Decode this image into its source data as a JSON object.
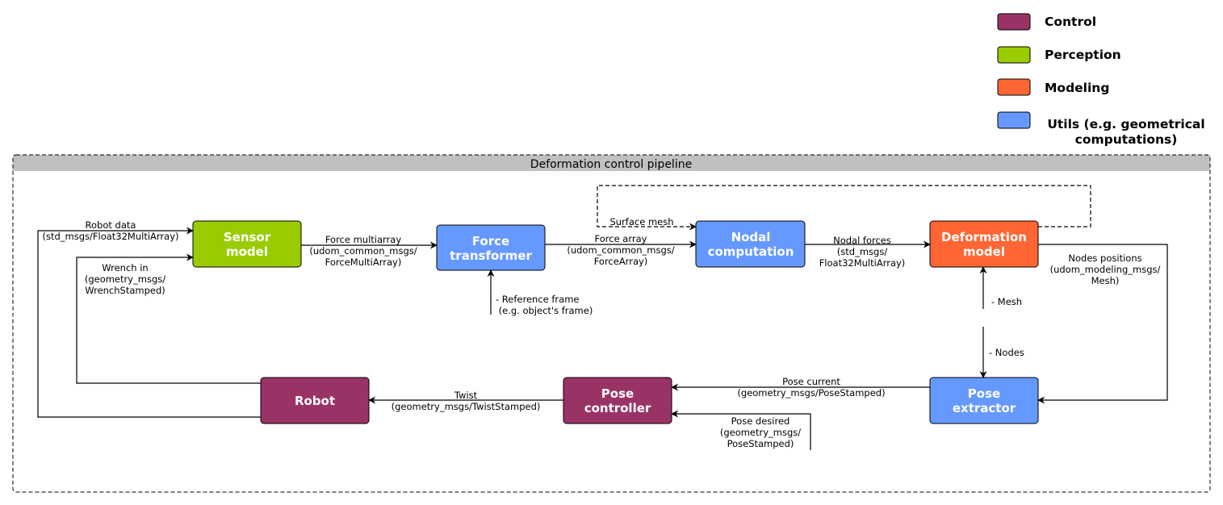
{
  "colors": {
    "control": "#993366",
    "perception": "#99cc00",
    "modeling": "#ff6633",
    "utils": "#6699ff",
    "container_header": "#c0c0c0"
  },
  "legend": [
    {
      "id": "control",
      "label": "Control",
      "color": "#993366"
    },
    {
      "id": "perception",
      "label": "Perception",
      "color": "#99cc00"
    },
    {
      "id": "modeling",
      "label": "Modeling",
      "color": "#ff6633"
    },
    {
      "id": "utils",
      "label": [
        "Utils (e.g. geometrical",
        "computations)"
      ],
      "color": "#6699ff"
    }
  ],
  "container": {
    "title": "Deformation control pipeline"
  },
  "nodes": {
    "sensor_model": {
      "label": [
        "Sensor",
        "model"
      ],
      "category": "perception"
    },
    "force_transformer": {
      "label": [
        "Force",
        "transformer"
      ],
      "category": "utils"
    },
    "nodal_computation": {
      "label": [
        "Nodal",
        "computation"
      ],
      "category": "utils"
    },
    "deformation_model": {
      "label": [
        "Deformation",
        "model"
      ],
      "category": "modeling"
    },
    "pose_extractor": {
      "label": [
        "Pose",
        "extractor"
      ],
      "category": "utils"
    },
    "pose_controller": {
      "label": [
        "Pose",
        "controller"
      ],
      "category": "control"
    },
    "robot": {
      "label": [
        "Robot"
      ],
      "category": "control"
    }
  },
  "edges": {
    "robot_data": {
      "label": [
        "Robot data",
        "(std_msgs/Float32MultiArray)"
      ]
    },
    "wrench_in": {
      "label": [
        "Wrench in",
        "(geometry_msgs/",
        "WrenchStamped)"
      ]
    },
    "force_multiarray": {
      "label": [
        "Force multiarray",
        "(udom_common_msgs/",
        "ForceMultiArray)"
      ]
    },
    "force_array": {
      "label": [
        "Force array",
        "(udom_common_msgs/",
        "ForceArray)"
      ]
    },
    "surface_mesh": {
      "label": [
        "Surface mesh"
      ]
    },
    "nodal_forces": {
      "label": [
        "Nodal forces",
        "(std_msgs/",
        "Float32MultiArray)"
      ]
    },
    "reference_frame": {
      "label": [
        "- Reference frame",
        " (e.g. object's frame)"
      ]
    },
    "nodes_positions": {
      "label": [
        "Nodes positions",
        "(udom_modeling_msgs/",
        "Mesh)"
      ]
    },
    "mesh": {
      "label": [
        "- Mesh"
      ]
    },
    "nodes": {
      "label": [
        "- Nodes"
      ]
    },
    "pose_current": {
      "label": [
        "Pose current",
        "(geometry_msgs/PoseStamped)"
      ]
    },
    "pose_desired": {
      "label": [
        "Pose desired",
        "(geometry_msgs/",
        "PoseStamped)"
      ]
    },
    "twist": {
      "label": [
        "Twist",
        "(geometry_msgs/TwistStamped)"
      ]
    }
  }
}
